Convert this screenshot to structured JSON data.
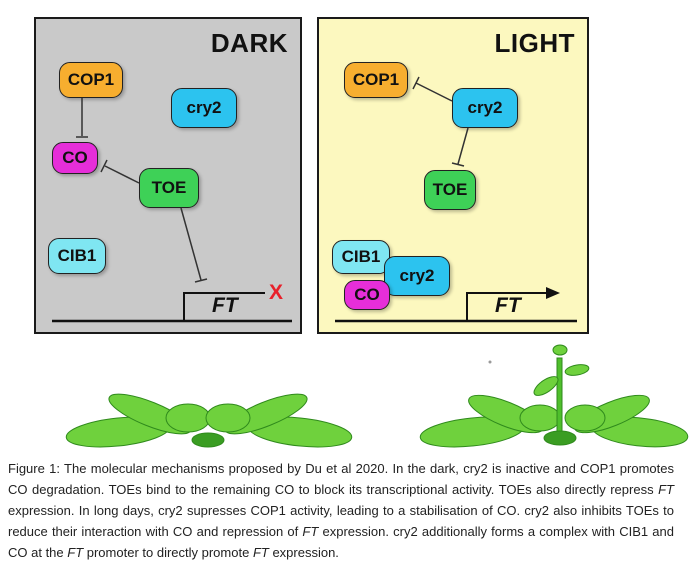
{
  "dark_panel": {
    "title": "DARK",
    "nodes": {
      "cop1": "COP1",
      "cry2": "cry2",
      "co": "CO",
      "toe": "TOE",
      "cib1": "CIB1"
    },
    "gene": "FT",
    "blocked_mark": "X"
  },
  "light_panel": {
    "title": "LIGHT",
    "nodes": {
      "cop1": "COP1",
      "cry2": "cry2",
      "toe": "TOE",
      "cib1": "CIB1",
      "cry2_complex": "cry2",
      "co": "CO"
    },
    "gene": "FT"
  },
  "colors": {
    "dark_background": "#c9c9c9",
    "light_background": "#fcf8bf",
    "cop1": "#f7ae2f",
    "cry2": "#2cc3ef",
    "co": "#e62ed9",
    "toe": "#3ed157",
    "cib1": "#7fe6f2",
    "repression_mark": "#e8202a",
    "leaf": "#6fd13d"
  },
  "caption": {
    "s1": "Figure 1: The molecular mechanisms proposed by Du et al 2020. In the dark, cry2 is inactive and COP1 promotes CO degradation. TOEs bind to the remaining CO to block its transcriptional activity. TOEs also directly repress ",
    "s2": "FT",
    "s3": " expression. In long days, cry2 supresses COP1 activity, leading to a stabilisation of CO. cry2 also inhibits TOEs to reduce their interaction with CO and repression of ",
    "s4": "FT",
    "s5": " expression. cry2 additionally forms a complex with CIB1 and CO at the ",
    "s6": "FT",
    "s7": " promoter to directly promote ",
    "s8": "FT",
    "s9": " expression."
  }
}
